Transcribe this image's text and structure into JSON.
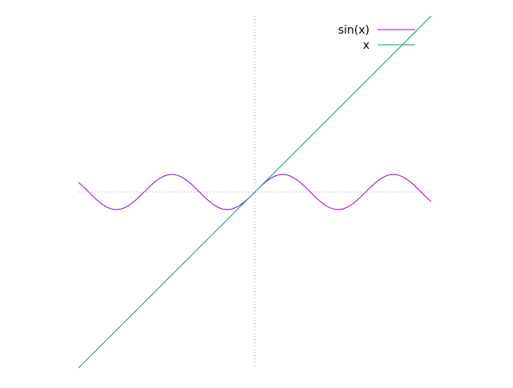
{
  "chart_data": {
    "type": "line",
    "title": "",
    "xlabel": "",
    "ylabel": "",
    "xlim": [
      -10,
      10
    ],
    "ylim": [
      -10,
      10
    ],
    "tics": false,
    "border": false,
    "zero_axes": "dotted",
    "grid": false,
    "legend": {
      "position": "top-right"
    },
    "series": [
      {
        "name": "sin(x)",
        "function": "sin(x)",
        "color": "#9400d3",
        "samples": 100
      },
      {
        "name": "x",
        "function": "x",
        "color": "#009e73",
        "samples": 100
      }
    ]
  }
}
